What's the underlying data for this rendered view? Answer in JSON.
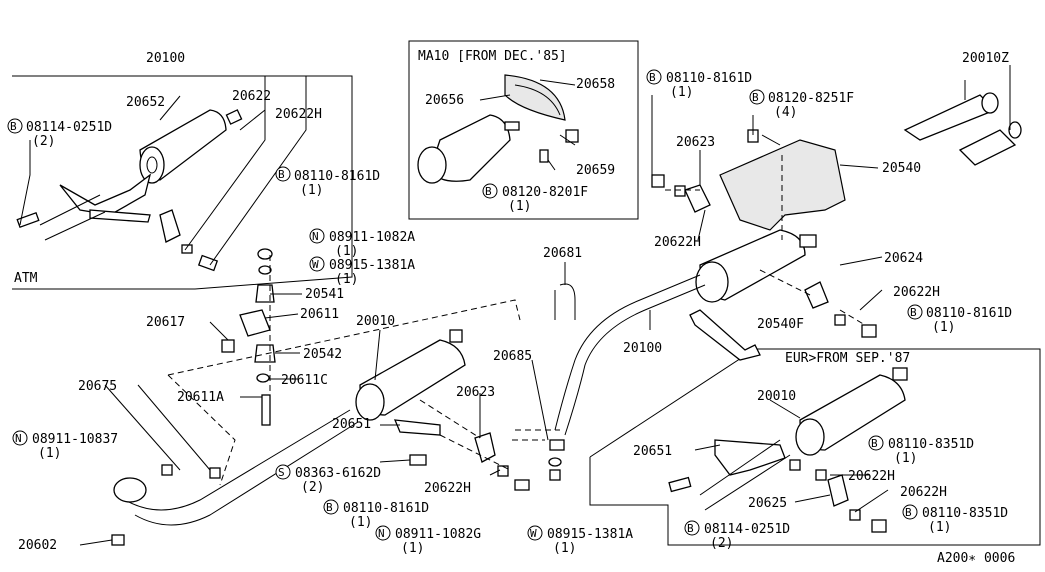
{
  "figure_id": "A200∗ 0006",
  "boxes": {
    "atm": "ATM",
    "ma10": "MA10 [FROM DEC.'85]",
    "eur": "EUR>FROM SEP.'87"
  },
  "labels": {
    "p20100_top": "20100",
    "p20652": "20652",
    "p20622_a": "20622",
    "p20622H_a": "20622H",
    "bolt_b1_code": "08114-0251D",
    "bolt_b1_qty": "(2)",
    "bolt_b2_code": "08110-8161D",
    "bolt_b2_qty": "(1)",
    "p20656": "20656",
    "p20658": "20658",
    "p20659": "20659",
    "bolt_b3_code": "08120-8201F",
    "bolt_b3_qty": "(1)",
    "bolt_b4_code": "08110-8161D",
    "bolt_b4_qty": "(1)",
    "bolt_b5_code": "08120-8251F",
    "bolt_b5_qty": "(4)",
    "p20623_top": "20623",
    "p20622H_b": "20622H",
    "p20010Z": "20010Z",
    "p20540": "20540",
    "nut_n1_code": "08911-1082A",
    "nut_n1_qty": "(1)",
    "washer_w1_code": "08915-1381A",
    "washer_w1_qty": "(1)",
    "p20541": "20541",
    "p20611": "20611",
    "p20617": "20617",
    "p20542": "20542",
    "p20611C": "20611C",
    "p20010_mid": "20010",
    "p20681": "20681",
    "p20685": "20685",
    "p20100_mid": "20100",
    "p20624": "20624",
    "p20622H_c": "20622H",
    "bolt_b6_code": "08110-8161D",
    "bolt_b6_qty": "(1)",
    "p20540F": "20540F",
    "p20675": "20675",
    "p20611A": "20611A",
    "p20623_mid": "20623",
    "p20651_mid": "20651",
    "nut_n2_code": "08911-10837",
    "nut_n2_qty": "(1)",
    "screw_s1_code": "08363-6162D",
    "screw_s1_qty": "(2)",
    "p20622H_d": "20622H",
    "bolt_b7_code": "08110-8161D",
    "bolt_b7_qty": "(1)",
    "nut_n3_code": "08911-1082G",
    "nut_n3_qty": "(1)",
    "washer_w2_code": "08915-1381A",
    "washer_w2_qty": "(1)",
    "p20602": "20602",
    "p20010_eur": "20010",
    "p20651_eur": "20651",
    "bolt_b8_code": "08110-8351D",
    "bolt_b8_qty": "(1)",
    "p20622H_e": "20622H",
    "p20625": "20625",
    "p20622H_f": "20622H",
    "bolt_b9_code": "08114-0251D",
    "bolt_b9_qty": "(2)",
    "bolt_b10_code": "08110-8351D",
    "bolt_b10_qty": "(1)"
  },
  "letters": {
    "bolt": "B",
    "nut": "N",
    "washer": "W",
    "screw": "S"
  }
}
